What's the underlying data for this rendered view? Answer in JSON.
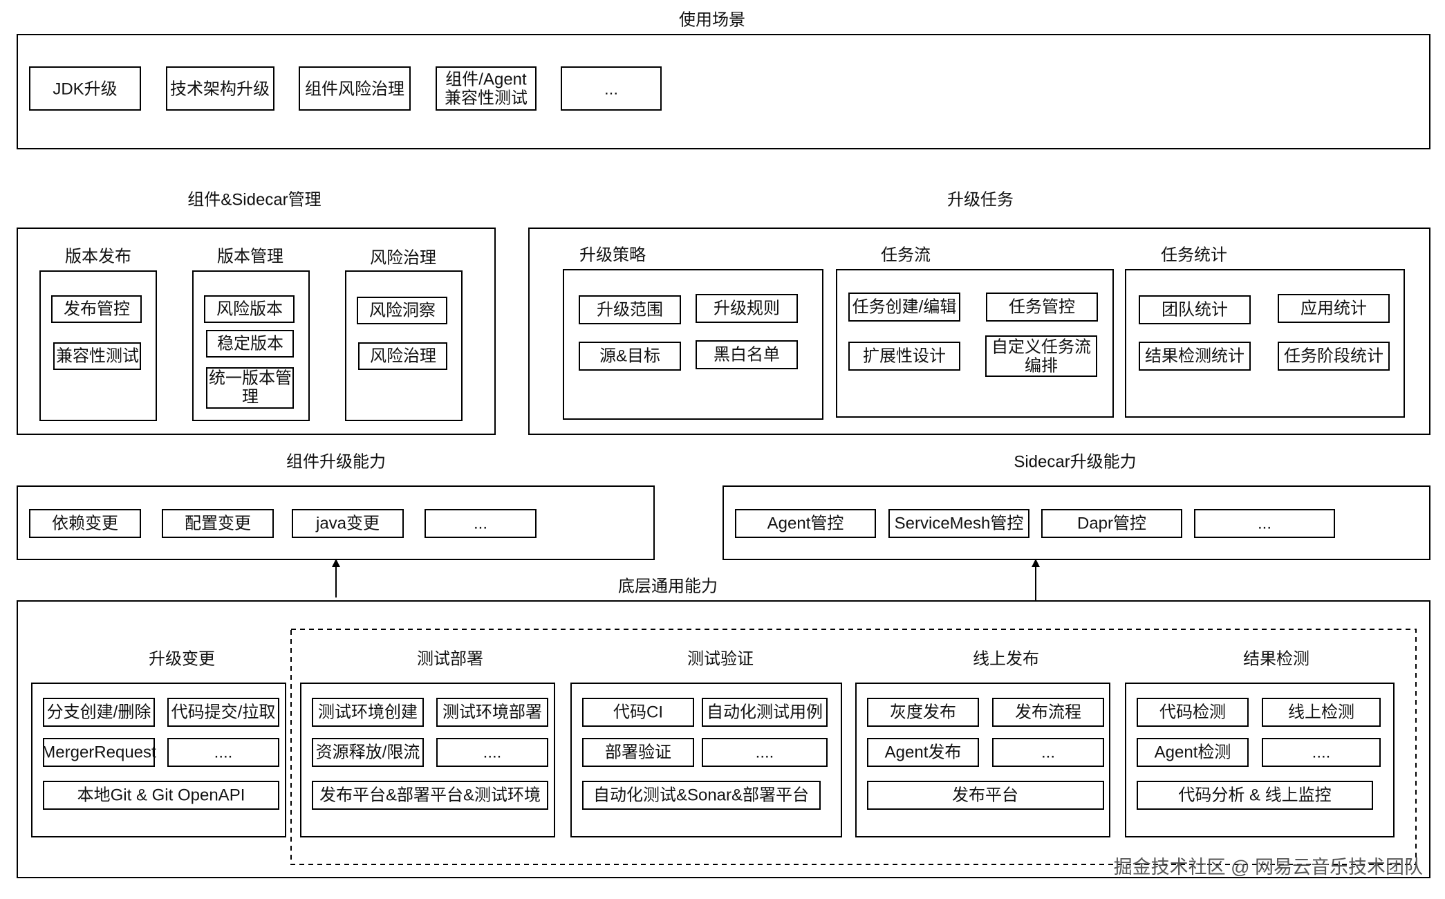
{
  "usage": {
    "title": "使用场景",
    "items": [
      "JDK升级",
      "技术架构升级",
      "组件风险治理",
      [
        "组件/Agent",
        "兼容性测试"
      ],
      "..."
    ]
  },
  "component_mgmt": {
    "title": "组件&Sidecar管理",
    "groups": [
      {
        "title": "版本发布",
        "items": [
          "发布管控",
          "兼容性测试"
        ]
      },
      {
        "title": "版本管理",
        "items": [
          "风险版本",
          "稳定版本",
          [
            "统一版本管",
            "理"
          ]
        ]
      },
      {
        "title": "风险治理",
        "items": [
          "风险洞察",
          "风险治理"
        ]
      }
    ]
  },
  "upgrade_tasks": {
    "title": "升级任务",
    "groups": [
      {
        "title": "升级策略",
        "items": [
          "升级范围",
          "升级规则",
          "源&目标",
          "黑白名单"
        ]
      },
      {
        "title": "任务流",
        "items": [
          "任务创建/编辑",
          "任务管控",
          "扩展性设计",
          [
            "自定义任务流",
            "编排"
          ]
        ]
      },
      {
        "title": "任务统计",
        "items": [
          "团队统计",
          "应用统计",
          "结果检测统计",
          "任务阶段统计"
        ]
      }
    ]
  },
  "component_upgrade": {
    "title": "组件升级能力",
    "items": [
      "依赖变更",
      "配置变更",
      "java变更",
      "..."
    ]
  },
  "sidecar_upgrade": {
    "title": "Sidecar升级能力",
    "items": [
      "Agent管控",
      "ServiceMesh管控",
      "Dapr管控",
      "..."
    ]
  },
  "base": {
    "title": "底层通用能力",
    "groups": [
      {
        "title": "升级变更",
        "items": [
          "分支创建/删除",
          "代码提交/拉取",
          "MergerRequest",
          "....",
          "本地Git & Git OpenAPI"
        ]
      },
      {
        "title": "测试部署",
        "items": [
          "测试环境创建",
          "测试环境部署",
          "资源释放/限流",
          "....",
          "发布平台&部署平台&测试环境"
        ]
      },
      {
        "title": "测试验证",
        "items": [
          "代码CI",
          "自动化测试用例",
          "部署验证",
          "....",
          "自动化测试&Sonar&部署平台"
        ]
      },
      {
        "title": "线上发布",
        "items": [
          "灰度发布",
          "发布流程",
          "Agent发布",
          "...",
          "发布平台"
        ]
      },
      {
        "title": "结果检测",
        "items": [
          "代码检测",
          "线上检测",
          "Agent检测",
          "....",
          "代码分析 & 线上监控"
        ]
      }
    ]
  },
  "watermark": "掘金技术社区 @ 网易云音乐技术团队"
}
